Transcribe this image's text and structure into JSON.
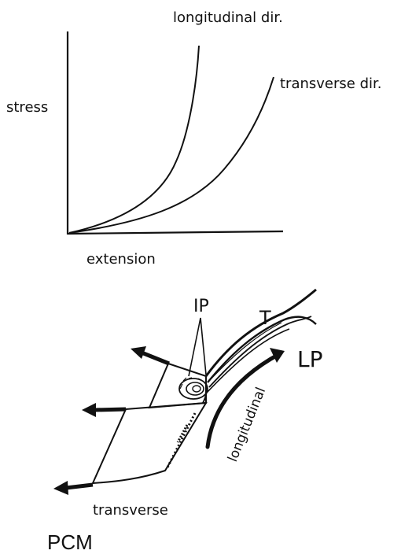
{
  "stress_curve": {
    "ylabel": "stress",
    "xlabel": "extension",
    "series": [
      {
        "name": "longitudinal dir."
      },
      {
        "name": "transverse dir."
      }
    ]
  },
  "muscle_diagram": {
    "labels": {
      "ip": "IP",
      "t": "T",
      "lp": "LP",
      "longitudinal": "longitudinal",
      "transverse": "transverse",
      "pcm": "PCM"
    }
  }
}
